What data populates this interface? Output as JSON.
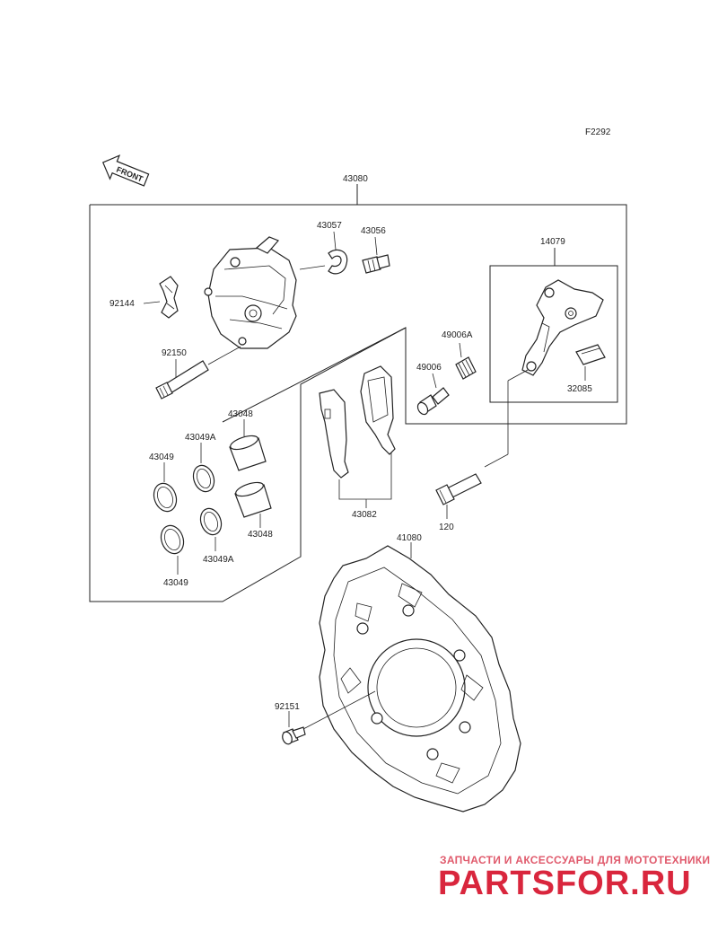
{
  "diagram": {
    "code": "F2292",
    "front_label": "FRONT",
    "labels": {
      "43080": "43080",
      "43057": "43057",
      "43056": "43056",
      "92144": "92144",
      "92150": "92150",
      "14079": "14079",
      "49006A": "49006A",
      "49006": "49006",
      "32085": "32085",
      "43048_top": "43048",
      "43049A_top": "43049A",
      "43049_top": "43049",
      "43048_bottom": "43048",
      "43049A_bottom": "43049A",
      "43049_bottom": "43049",
      "43082": "43082",
      "120": "120",
      "41080": "41080",
      "92151": "92151"
    }
  },
  "watermark": {
    "line1": "ЗАПЧАСТИ И АКСЕССУАРЫ ДЛЯ МОТОТЕХНИКИ",
    "line2": "PARTSFOR.RU"
  }
}
